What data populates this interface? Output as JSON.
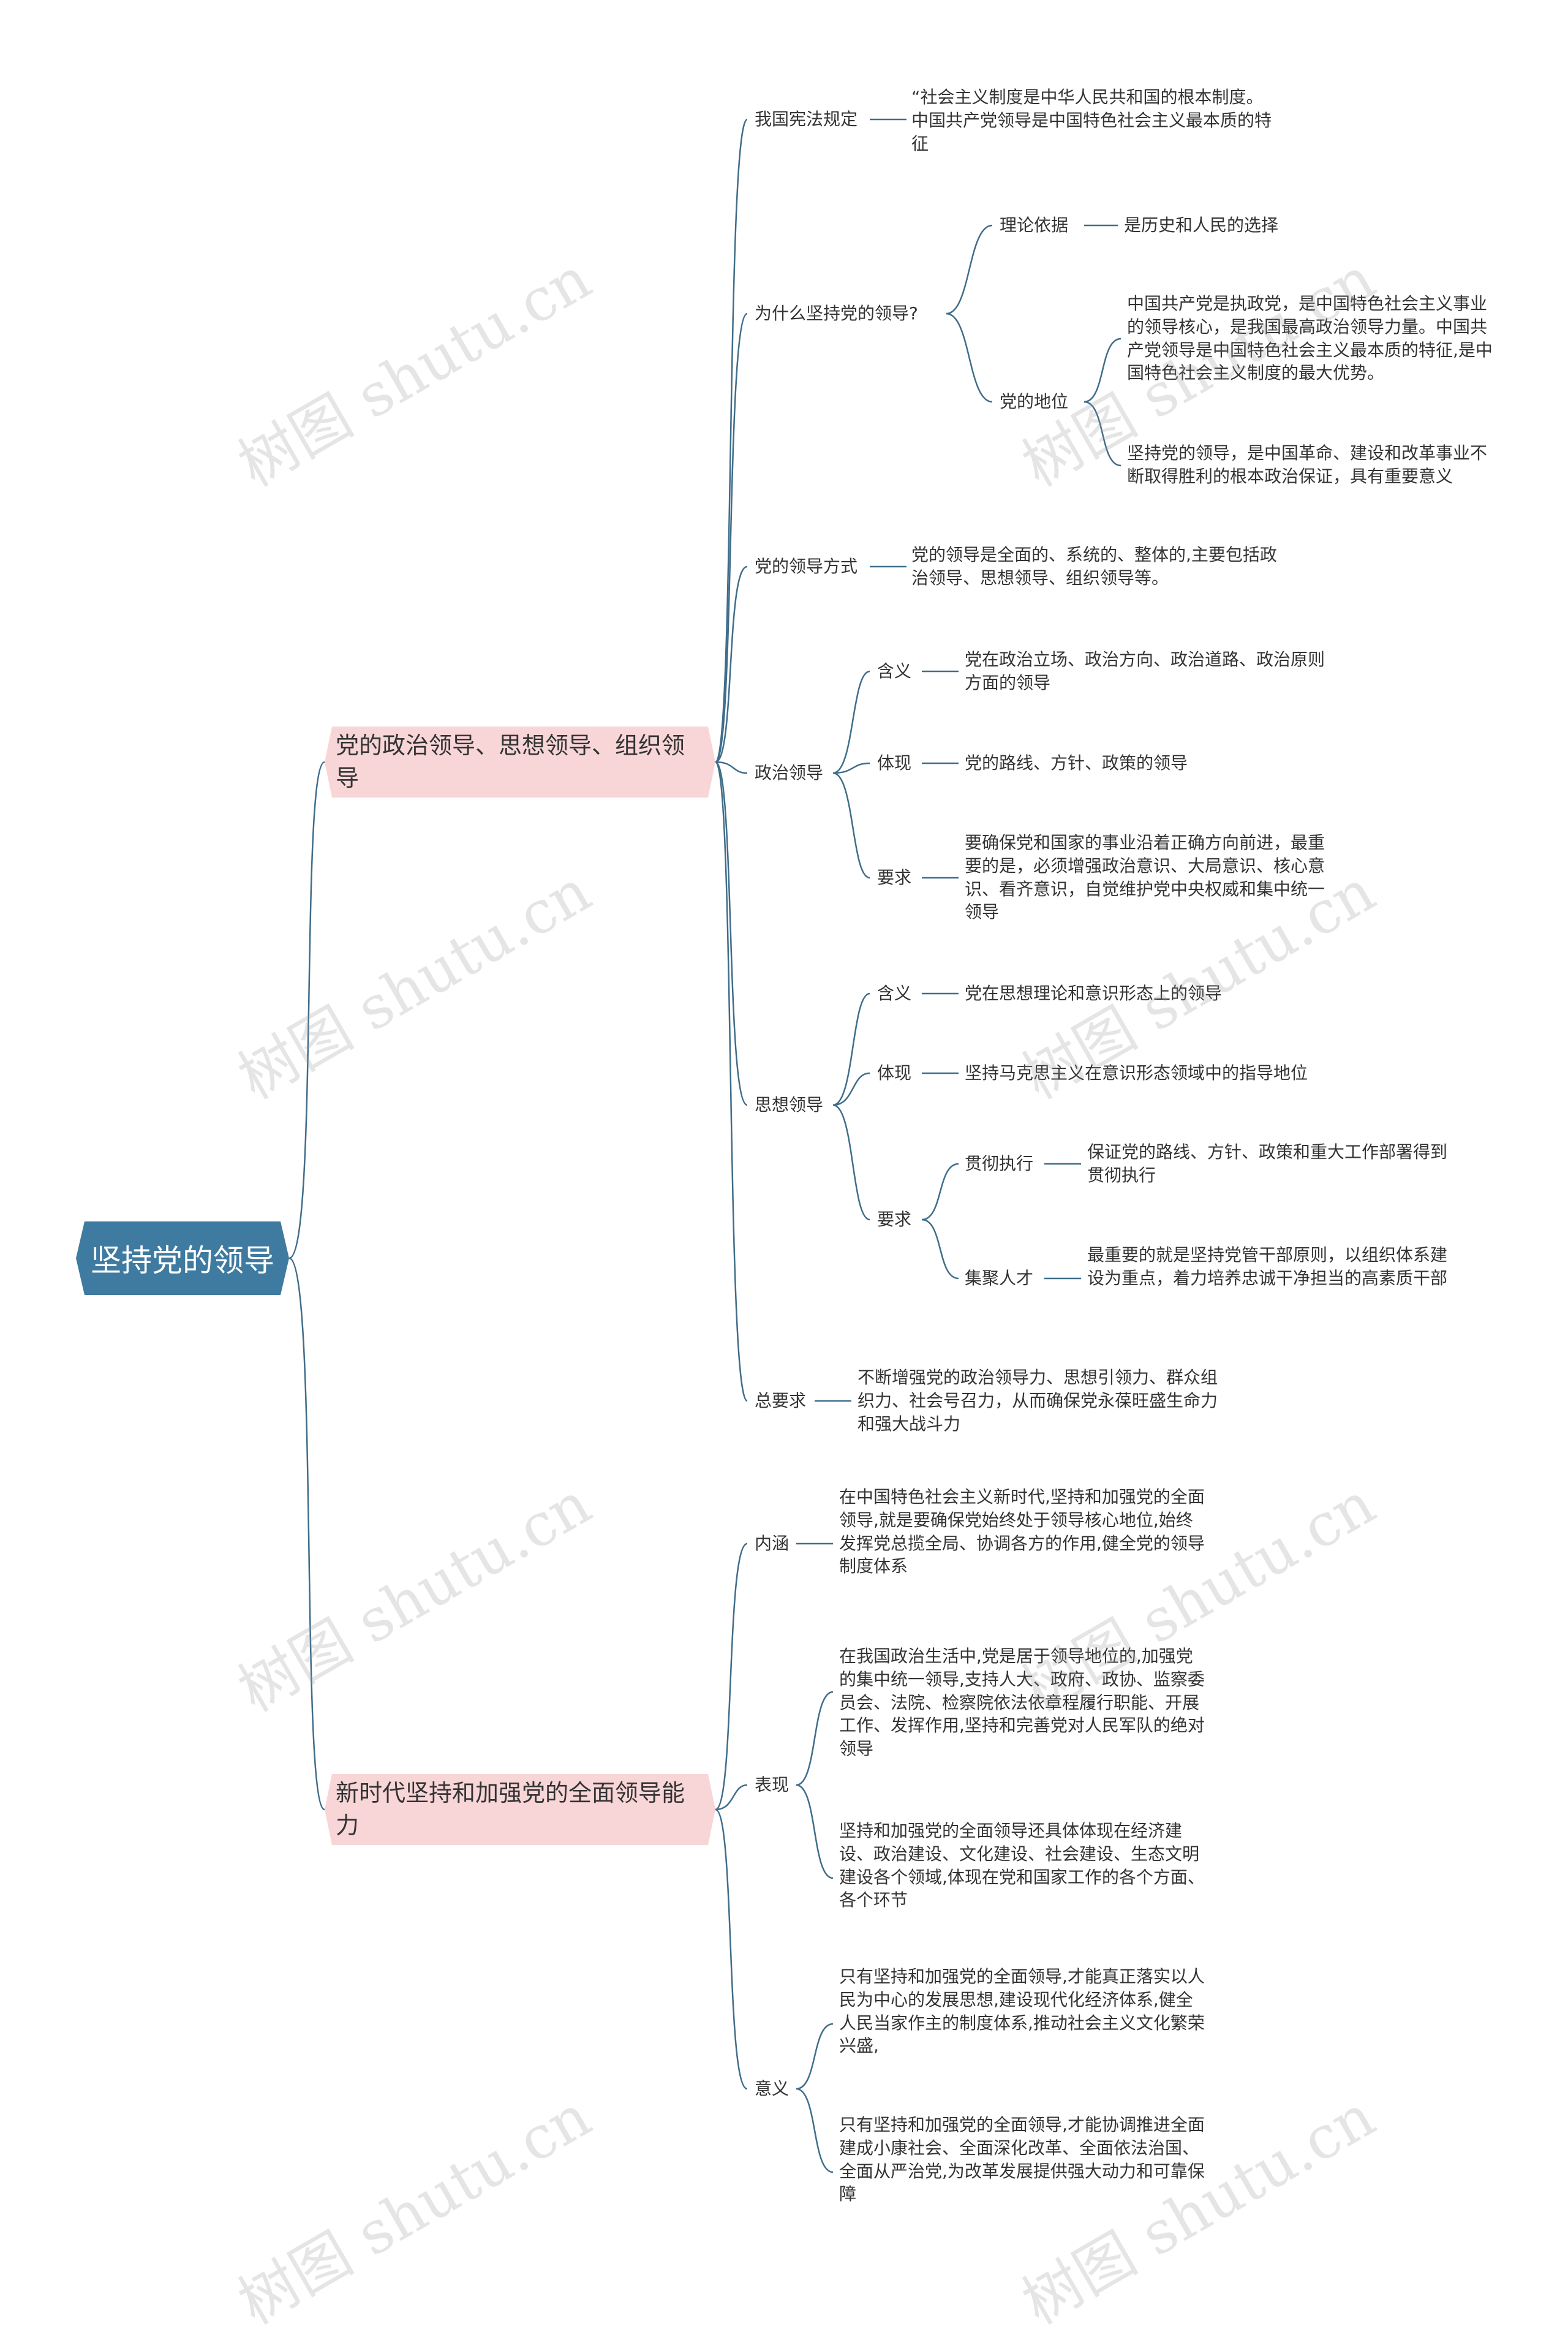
{
  "root": "坚持党的领导",
  "branch1": {
    "label": "党的政治领导、思想领导、组织领导",
    "constitution": {
      "label": "我国宪法规定",
      "text": "“社会主义制度是中华人民共和国的根本制度。中国共产党领导是中国特色社会主义最本质的特征"
    },
    "why": {
      "label": "为什么坚持党的领导?",
      "theory": {
        "label": "理论依据",
        "text": "是历史和人民的选择"
      },
      "status": {
        "label": "党的地位",
        "text1": "中国共产党是执政党，是中国特色社会主义事业的领导核心，是我国最高政治领导力量。中国共产党领导是中国特色社会主义最本质的特征,是中国特色社会主义制度的最大优势。",
        "text2": "坚持党的领导，是中国革命、建设和改革事业不断取得胜利的根本政治保证，具有重要意义"
      }
    },
    "mode": {
      "label": "党的领导方式",
      "text": "党的领导是全面的、系统的、整体的,主要包括政治领导、思想领导、组织领导等。"
    },
    "political": {
      "label": "政治领导",
      "meaning": {
        "label": "含义",
        "text": "党在政治立场、政治方向、政治道路、政治原则方面的领导"
      },
      "embody": {
        "label": "体现",
        "text": "党的路线、方针、政策的领导"
      },
      "require": {
        "label": "要求",
        "text": "要确保党和国家的事业沿着正确方向前进，最重要的是，必须增强政治意识、大局意识、核心意识、看齐意识，自觉维护党中央权威和集中统一领导"
      }
    },
    "ideological": {
      "label": "思想领导",
      "meaning": {
        "label": "含义",
        "text": "党在思想理论和意识形态上的领导"
      },
      "embody": {
        "label": "体现",
        "text": "坚持马克思主义在意识形态领域中的指导地位"
      },
      "require": {
        "label": "要求",
        "implement": {
          "label": "贯彻执行",
          "text": "保证党的路线、方针、政策和重大工作部署得到贯彻执行"
        },
        "talent": {
          "label": "集聚人才",
          "text": "最重要的就是坚持党管干部原则，以组织体系建设为重点，着力培养忠诚干净担当的高素质干部"
        }
      }
    },
    "overall": {
      "label": "总要求",
      "text": "不断增强党的政治领导力、思想引领力、群众组织力、社会号召力，从而确保党永葆旺盛生命力和强大战斗力"
    }
  },
  "branch2": {
    "label": "新时代坚持和加强党的全面领导能力",
    "connotation": {
      "label": "内涵",
      "text": "在中国特色社会主义新时代,坚持和加强党的全面领导,就是要确保党始终处于领导核心地位,始终发挥党总揽全局、协调各方的作用,健全党的领导制度体系"
    },
    "manifest": {
      "label": "表现",
      "text1": "在我国政治生活中,党是居于领导地位的,加强党的集中统一领导,支持人大、政府、政协、监察委员会、法院、检察院依法依章程履行职能、开展工作、发挥作用,坚持和完善党对人民军队的绝对领导",
      "text2": "坚持和加强党的全面领导还具体体现在经济建设、政治建设、文化建设、社会建设、生态文明建设各个领域,体现在党和国家工作的各个方面、各个环节"
    },
    "significance": {
      "label": "意义",
      "text1": "只有坚持和加强党的全面领导,才能真正落实以人民为中心的发展思想,建设现代化经济体系,健全人民当家作主的制度体系,推动社会主义文化繁荣兴盛,",
      "text2": "只有坚持和加强党的全面领导,才能协调推进全面建成小康社会、全面深化改革、全面依法治国、全面从严治党,为改革发展提供强大动力和可靠保障"
    }
  },
  "watermark": "树图 shutu.cn",
  "colors": {
    "line": "#3f6d8a",
    "root_bg": "#3f7aa0",
    "branch_bg": "#f8d6d8"
  }
}
